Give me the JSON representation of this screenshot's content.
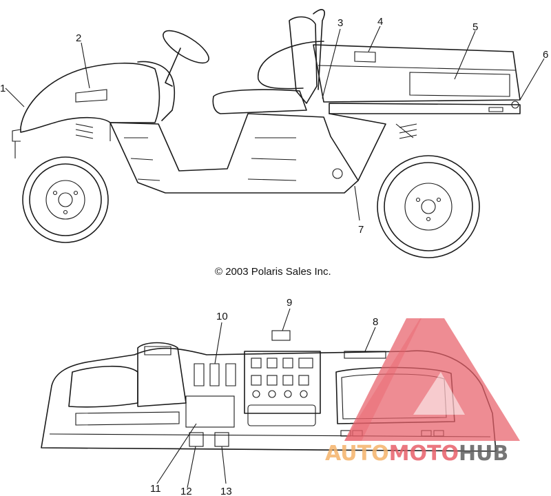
{
  "copyright": "© 2003 Polaris Sales Inc.",
  "callouts": [
    {
      "id": "1",
      "label": "1"
    },
    {
      "id": "2",
      "label": "2"
    },
    {
      "id": "3",
      "label": "3"
    },
    {
      "id": "4",
      "label": "4"
    },
    {
      "id": "5",
      "label": "5"
    },
    {
      "id": "6",
      "label": "6"
    },
    {
      "id": "7",
      "label": "7"
    },
    {
      "id": "8",
      "label": "8"
    },
    {
      "id": "9",
      "label": "9"
    },
    {
      "id": "10",
      "label": "10"
    },
    {
      "id": "11",
      "label": "11"
    },
    {
      "id": "12",
      "label": "12"
    },
    {
      "id": "13",
      "label": "13"
    }
  ],
  "watermark": {
    "part1": "AUTO",
    "part2": "MOTO",
    "part3": "HUB",
    "color_orange": "#f5b36b",
    "color_red": "#e8606a",
    "color_gray": "#5f5f5f",
    "logo_icon": "triangle-logo-icon"
  }
}
